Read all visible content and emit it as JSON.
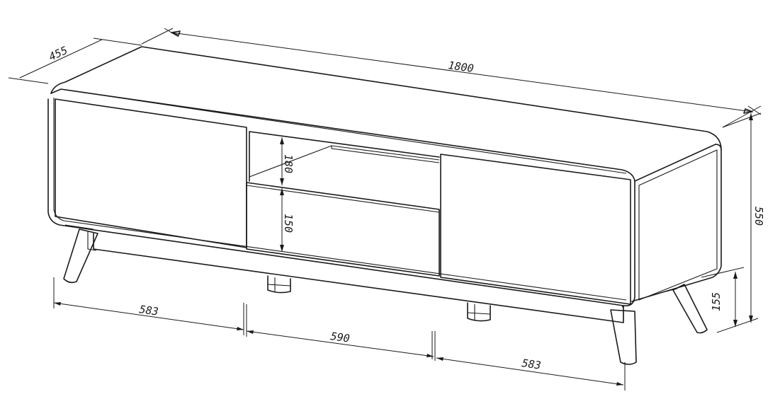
{
  "drawing": {
    "subject": "",
    "stroke_color": "#1a1a1a",
    "background": "#ffffff"
  },
  "dimensions": {
    "width": "1800",
    "depth": "455",
    "height": "550",
    "leg_height": "155",
    "left_section": "583",
    "middle_section": "590",
    "right_section": "583",
    "open_shelf_height": "180",
    "drawer_height": "150"
  }
}
